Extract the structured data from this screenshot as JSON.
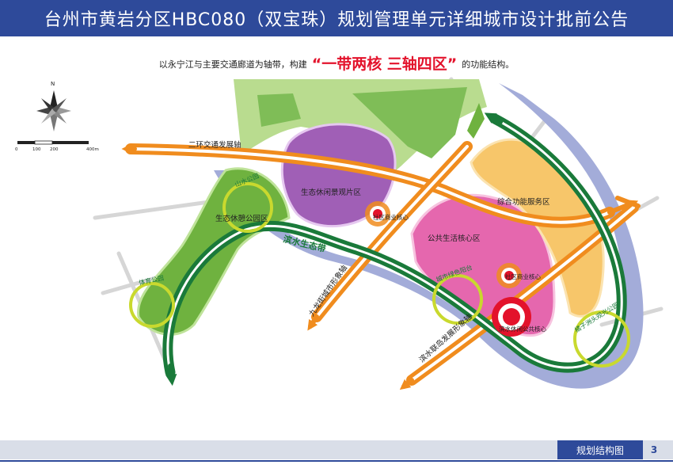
{
  "header": {
    "title": "台州市黄岩分区HBC080（双宝珠）规划管理单元详细城市设计批前公告"
  },
  "intro": {
    "prefix": "以永宁江与主要交通廊道为轴带，构建",
    "highlight": "“一带两核  三轴四区”",
    "suffix": "的功能结构。"
  },
  "compass": {
    "north": "N"
  },
  "scale_bar": {
    "labels": [
      "0",
      "100",
      "200",
      "400m"
    ]
  },
  "zones": {
    "eco_leisure": "生态休闲景观片区",
    "eco_park": "生态休憩公园区",
    "public_core_zone": "公共生活核心区",
    "comprehensive": "综合功能服务区"
  },
  "cores": {
    "community1": "社区商业核心",
    "community2": "社区商业核心",
    "waterfront": "滨水休闲公共核心"
  },
  "axes": {
    "ring": "二环交通发展轴",
    "jiulong": "九龙街城市形象轴",
    "island": "滨水联岛发展形象轴"
  },
  "belt": {
    "label": "滨水生态带"
  },
  "parks": {
    "shanshui": "山水公园",
    "sports": "体育公园",
    "city_green": "城市绿色阳台",
    "zhouzi": "橘子洲头观光公园"
  },
  "footer": {
    "label": "规划结构图",
    "page": "3"
  },
  "colors": {
    "header": "#2e4a9a",
    "river": "#a3acd9",
    "axis": "#f08c1e",
    "belt": "#1a7a3a",
    "purple": "#a05fb6",
    "pink": "#e567ae",
    "yellow": "#f7c66a",
    "green_zone": "#6fb23f",
    "core": "#e3122b"
  }
}
